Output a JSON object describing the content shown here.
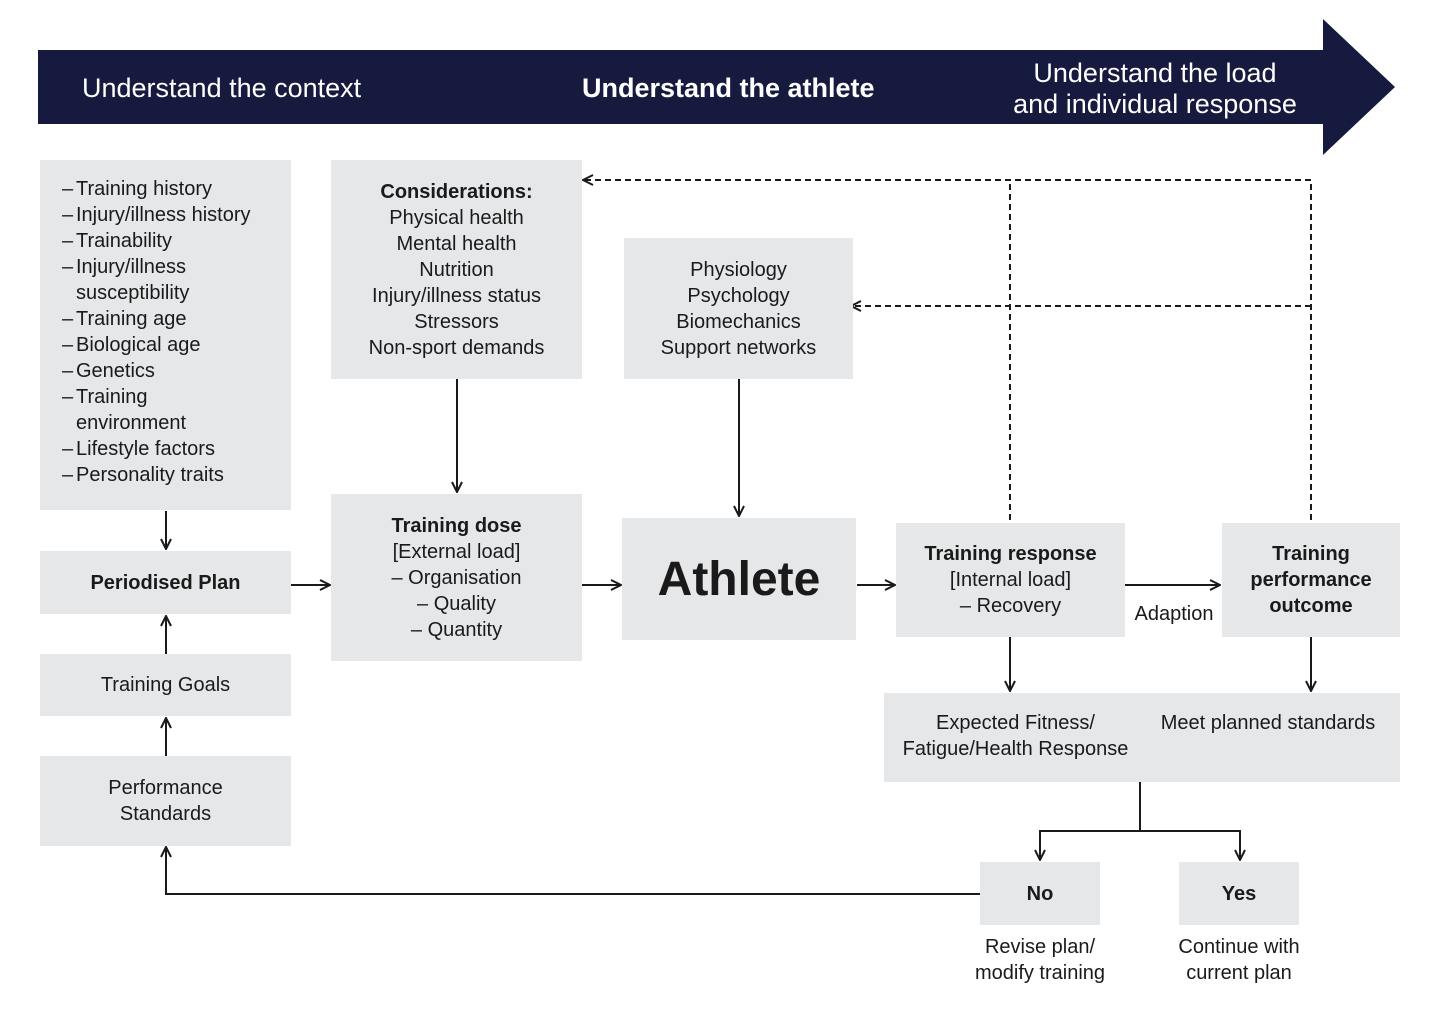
{
  "banner": {
    "left": "Understand the context",
    "center": "Understand the athlete",
    "right_line1": "Understand the load",
    "right_line2": "and individual response",
    "color": "#151a3e"
  },
  "context_list": {
    "items": [
      [
        "Training history"
      ],
      [
        "Injury/illness history"
      ],
      [
        "Trainability"
      ],
      [
        "Injury/illness",
        "susceptibility"
      ],
      [
        "Training age"
      ],
      [
        "Biological age"
      ],
      [
        "Genetics"
      ],
      [
        "Training",
        "environment"
      ],
      [
        "Lifestyle factors"
      ],
      [
        "Personality traits"
      ]
    ]
  },
  "periodised_plan": "Periodised Plan",
  "training_goals": "Training Goals",
  "performance_standards": [
    "Performance",
    "Standards"
  ],
  "considerations": {
    "title": "Considerations:",
    "items": [
      "Physical health",
      "Mental health",
      "Nutrition",
      "Injury/illness status",
      "Stressors",
      "Non-sport demands"
    ]
  },
  "athlete_factors": [
    "Physiology",
    "Psychology",
    "Biomechanics",
    "Support networks"
  ],
  "training_dose": {
    "title": "Training dose",
    "subtitle": "[External load]",
    "items": [
      "Organisation",
      "Quality",
      "Quantity"
    ]
  },
  "athlete": "Athlete",
  "training_response": {
    "title": "Training response",
    "subtitle": "[Internal load]",
    "item": "Recovery"
  },
  "adaption_label": "Adaption",
  "performance_outcome": [
    "Training",
    "performance",
    "outcome"
  ],
  "expected_response": [
    "Expected Fitness/",
    "Fatigue/Health Response"
  ],
  "meet_standards": "Meet planned standards",
  "no_label": "No",
  "yes_label": "Yes",
  "no_caption": [
    "Revise plan/",
    "modify training"
  ],
  "yes_caption": [
    "Continue with",
    "current plan"
  ],
  "colors": {
    "box": "#e6e7e8",
    "line": "#1a1a1a",
    "banner": "#151a3e"
  }
}
